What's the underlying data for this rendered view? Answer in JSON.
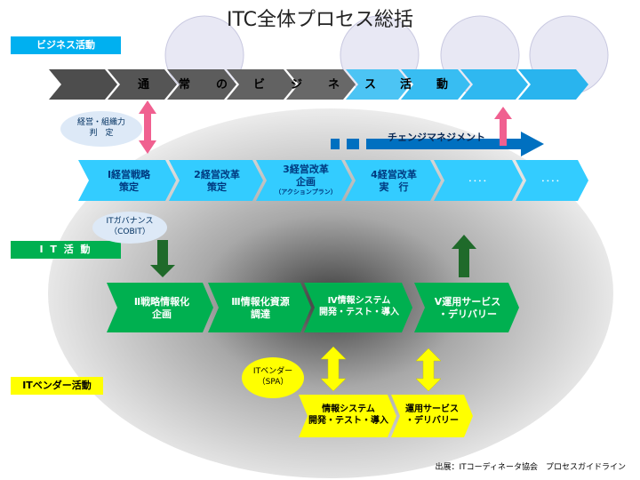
{
  "title": "ITC全体プロセス総括",
  "lanes": {
    "business": "ビジネス活動",
    "it": "I T 活 動",
    "vendor": "ITベンダー活動"
  },
  "business_banner": [
    "通",
    "常",
    "の",
    "ビ",
    "ジ",
    "ネ",
    "ス",
    "活",
    "動"
  ],
  "change_management": "チェンジマネジメント",
  "bubbles": {
    "keiei": [
      "経営・組織力",
      "判　定"
    ],
    "itgov": [
      "ITガバナンス",
      "（COBIT）"
    ],
    "itvendor": [
      "ITベンダー",
      "（SPA）"
    ]
  },
  "management_steps": [
    [
      "Ⅰ経営戦略",
      "策定"
    ],
    [
      "2経営改革",
      "策定"
    ],
    [
      "3経営改革",
      "企画",
      "（アクションプラン）"
    ],
    [
      "4経営改革",
      "実　行"
    ],
    [
      "．．．．"
    ],
    [
      "．．．．"
    ]
  ],
  "it_steps": [
    [
      "Ⅱ戦略情報化",
      "企画"
    ],
    [
      "Ⅲ情報化資源",
      "調達"
    ],
    [
      "Ⅳ情報システム",
      "開発・テスト・導入"
    ],
    [
      "Ⅴ運用サービス",
      "・デリバリー"
    ]
  ],
  "vendor_steps": [
    [
      "情報システム",
      "開発・テスト・導入"
    ],
    [
      "運用サービス",
      "・デリバリー"
    ]
  ],
  "source": "出展：ITコーディネータ協会　プロセスガイドライン",
  "colors": {
    "business_lane": "#00b0f0",
    "it_lane": "#00b050",
    "vendor_lane": "#ffff00",
    "mgmt_chevron": "#33ccff",
    "it_chevron": "#00b050",
    "vendor_chevron": "#ffff00",
    "gray_chevron": "#5a5a5a",
    "change_arrow": "#0070c0",
    "pink_arrow": "#f06090",
    "green_arrow": "#1f6a2a",
    "bubble": "#dde9f7"
  }
}
